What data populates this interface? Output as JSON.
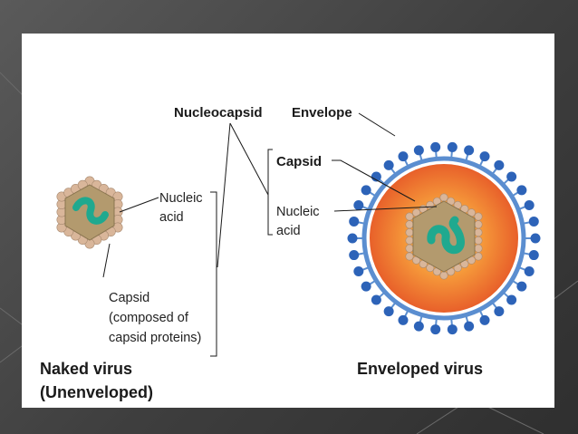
{
  "labels": {
    "nucleocapsid": "Nucleocapsid",
    "envelope": "Envelope",
    "capsid_enveloped": "Capsid",
    "nucleic_1": "Nucleic",
    "acid_1": "acid",
    "nucleic_2": "Nucleic",
    "acid_2": "acid",
    "capsid_naked_1": "Capsid",
    "capsid_naked_2": "(composed of",
    "capsid_naked_3": "capsid proteins)"
  },
  "captions": {
    "naked_1": "Naked virus",
    "naked_2": "(Unenveloped)",
    "enveloped": "Enveloped virus"
  },
  "colors": {
    "capsid_fill": "#b39a6e",
    "capsomere": "#d9b69a",
    "nucleic_acid": "#1fa98f",
    "envelope_outer": "#e8602a",
    "envelope_inner": "#f7a03c",
    "membrane": "#5b8ed0",
    "spike": "#2d63b8"
  }
}
